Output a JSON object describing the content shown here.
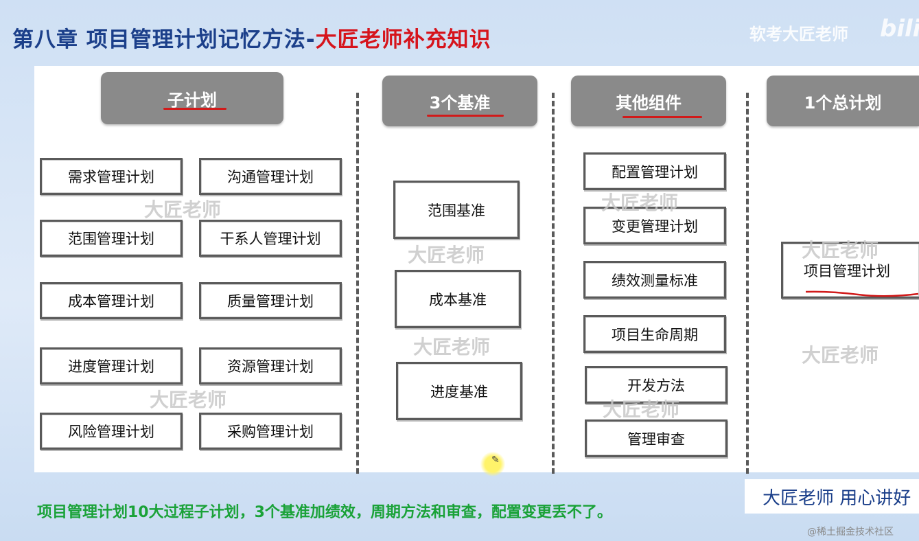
{
  "header": {
    "title_prefix": "第八章  项目管理计划记忆方法-",
    "title_highlight": "大匠老师补充知识",
    "brand_watermark": "软考大匠老师",
    "bili_logo": "bili"
  },
  "columns": {
    "subplans": {
      "header": "子计划",
      "items": [
        "需求管理计划",
        "沟通管理计划",
        "范围管理计划",
        "干系人管理计划",
        "成本管理计划",
        "质量管理计划",
        "进度管理计划",
        "资源管理计划",
        "风险管理计划",
        "采购管理计划"
      ]
    },
    "baselines": {
      "header": "3个基准",
      "items": [
        "范围基准",
        "成本基准",
        "进度基准"
      ]
    },
    "components": {
      "header": "其他组件",
      "items": [
        "配置管理计划",
        "变更管理计划",
        "绩效测量标准",
        "项目生命周期",
        "开发方法",
        "管理审查"
      ]
    },
    "master": {
      "header": "1个总计划",
      "items": [
        "项目管理计划"
      ]
    }
  },
  "watermark_text": "大匠老师",
  "footer": {
    "mnemonic": "项目管理计划10大过程子计划，3个基准加绩效，周期方法和审查，配置变更丢不了。",
    "promo": "大匠老师 用心讲好",
    "credit": "@稀土掘金技术社区"
  },
  "colors": {
    "title_blue": "#1b3f8a",
    "title_red": "#d6141c",
    "header_gray": "#8a8a8a",
    "mnemonic_green": "#1aa238",
    "underline_red": "#d11a1a"
  }
}
